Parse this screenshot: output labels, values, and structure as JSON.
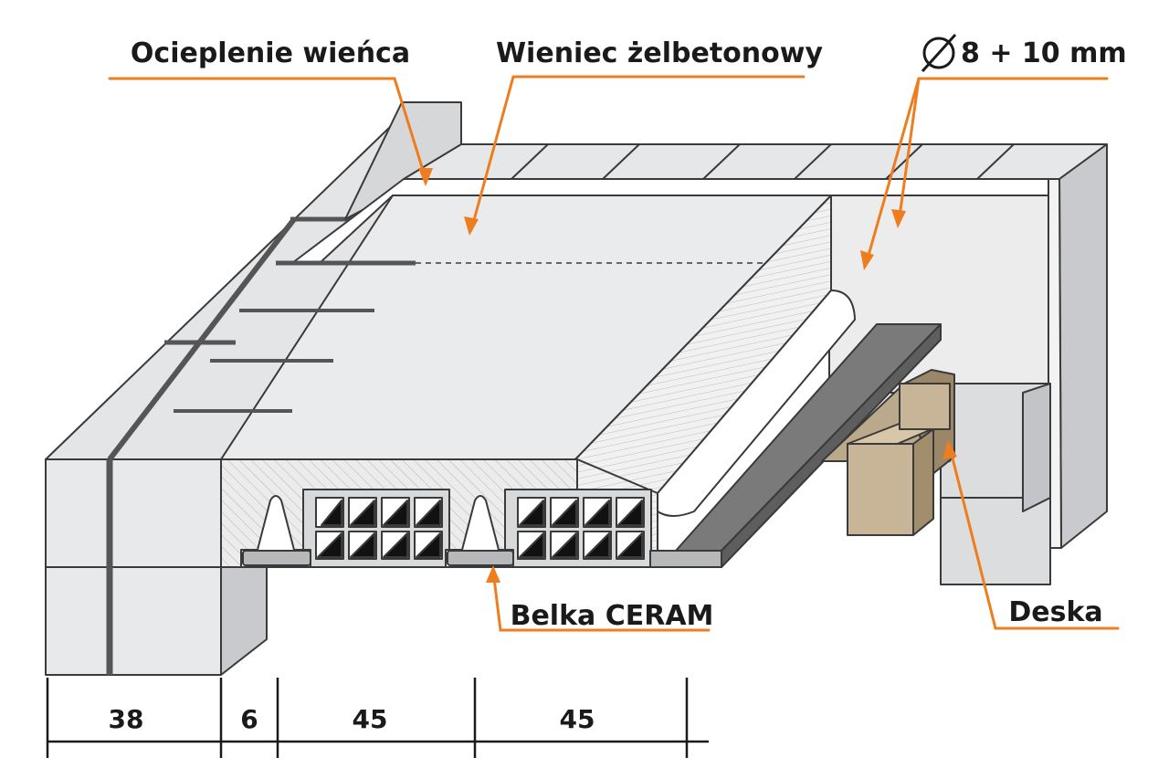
{
  "labels": {
    "ocieplenie": "Ocieplenie wieńca",
    "wieniec": "Wieniec żelbetonowy",
    "rebar": "8 + 10 mm",
    "belka": "Belka CERAM",
    "deska": "Deska"
  },
  "dimensions": [
    "38",
    "6",
    "45",
    "45"
  ],
  "colors": {
    "accent": "#ee7d1f",
    "block": "#e9eaec",
    "block_dark": "#c9cacd",
    "wood": "#c8b497",
    "wood_dark": "#9b8668",
    "outline": "#3a3a3a"
  },
  "icons": {
    "diameter": "diameter-icon"
  }
}
